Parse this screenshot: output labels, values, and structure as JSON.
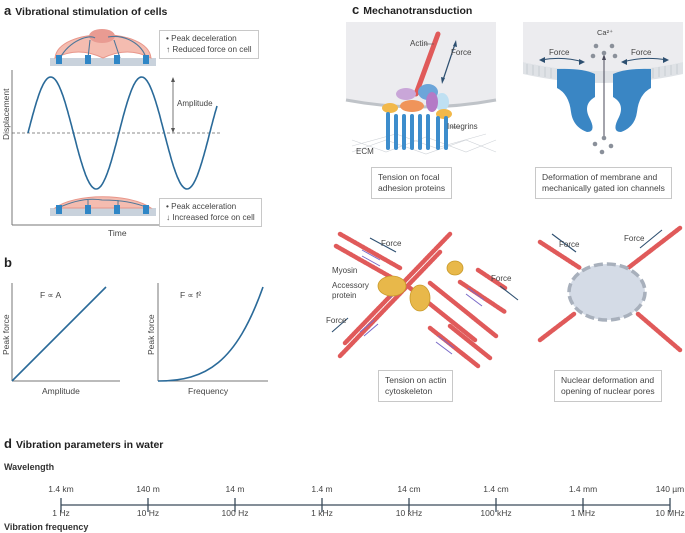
{
  "panels": {
    "a": {
      "letter": "a",
      "title": "Vibrational stimulation of cells",
      "note_top": {
        "line1": "• Peak deceleration",
        "line2": "↑ Reduced force on cell"
      },
      "note_bottom": {
        "line1": "• Peak acceleration",
        "line2": "↓ Increased force on cell"
      },
      "amplitude_label": "Amplitude",
      "y_axis": "Displacement",
      "x_axis": "Time"
    },
    "b": {
      "letter": "b",
      "left": {
        "formula": "F ∝ A",
        "y_axis": "Peak force",
        "x_axis": "Amplitude"
      },
      "right": {
        "formula": "F ∝ f²",
        "y_axis": "Peak force",
        "x_axis": "Frequency"
      }
    },
    "c": {
      "letter": "c",
      "title": "Mechanotransduction",
      "focal": {
        "actin": "Actin",
        "force": "Force",
        "integrins": "Integrins",
        "ecm": "ECM",
        "caption_line1": "Tension on focal",
        "caption_line2": "adhesion proteins"
      },
      "ion": {
        "ion": "Ca²⁺",
        "force_left": "Force",
        "force_right": "Force",
        "caption_line1": "Deformation of membrane and",
        "caption_line2": "mechanically gated ion channels"
      },
      "cyto": {
        "force1": "Force",
        "force2": "Force",
        "force3": "Force",
        "myosin": "Myosin",
        "accessory_line1": "Accessory",
        "accessory_line2": "protein",
        "caption_line1": "Tension on actin",
        "caption_line2": "cytoskeleton"
      },
      "nuclear": {
        "force_left": "Force",
        "force_right": "Force",
        "caption_line1": "Nuclear deformation and",
        "caption_line2": "opening of nuclear pores"
      }
    },
    "d": {
      "letter": "d",
      "title": "Vibration parameters in water",
      "wavelength_head": "Wavelength",
      "frequency_head": "Vibration frequency",
      "ticks": [
        {
          "wavelength": "1.4 km",
          "frequency": "1 Hz"
        },
        {
          "wavelength": "140 m",
          "frequency": "10 Hz"
        },
        {
          "wavelength": "14 m",
          "frequency": "100 Hz"
        },
        {
          "wavelength": "1.4 m",
          "frequency": "1 kHz"
        },
        {
          "wavelength": "14 cm",
          "frequency": "10 kHz"
        },
        {
          "wavelength": "1.4 cm",
          "frequency": "100 kHz"
        },
        {
          "wavelength": "1.4 mm",
          "frequency": "1 MHz"
        },
        {
          "wavelength": "140 µm",
          "frequency": "10 MHz"
        }
      ]
    }
  },
  "colors": {
    "wave": "#2a6a99",
    "cell": "#f2b4a8",
    "actin": "#e05a5a",
    "channel": "#3a86c4",
    "axis": "#555555",
    "timeline": "#3a4a5a"
  }
}
